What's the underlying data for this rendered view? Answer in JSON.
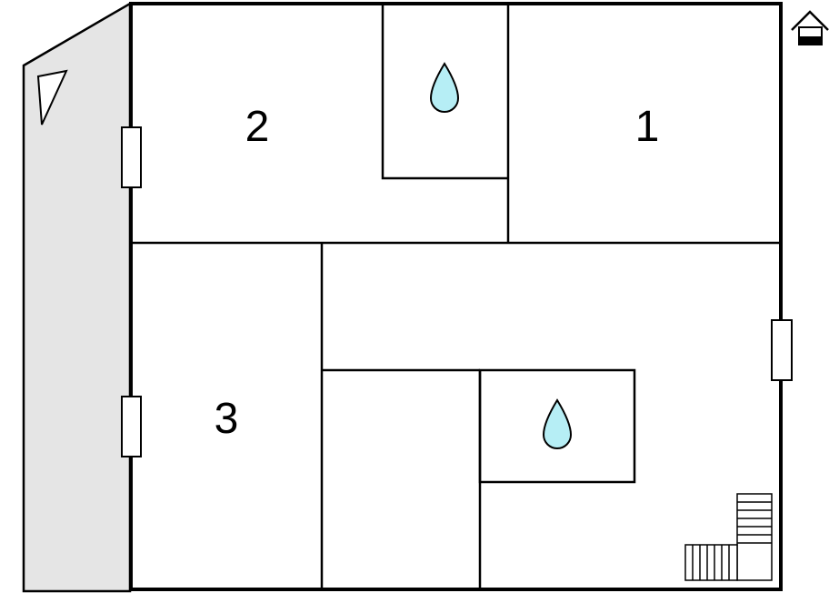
{
  "floorplan": {
    "colors": {
      "wall": "#000000",
      "terrace": "#e5e5e5",
      "water": "#b6eef5",
      "background": "#ffffff"
    },
    "rooms": [
      {
        "label": "1"
      },
      {
        "label": "2"
      },
      {
        "label": "3"
      }
    ],
    "icons": {
      "home": "house-icon",
      "water": "water-drop-icon",
      "stairs": "stairs-icon",
      "terrace_marker": "triangle-marker-icon"
    }
  }
}
